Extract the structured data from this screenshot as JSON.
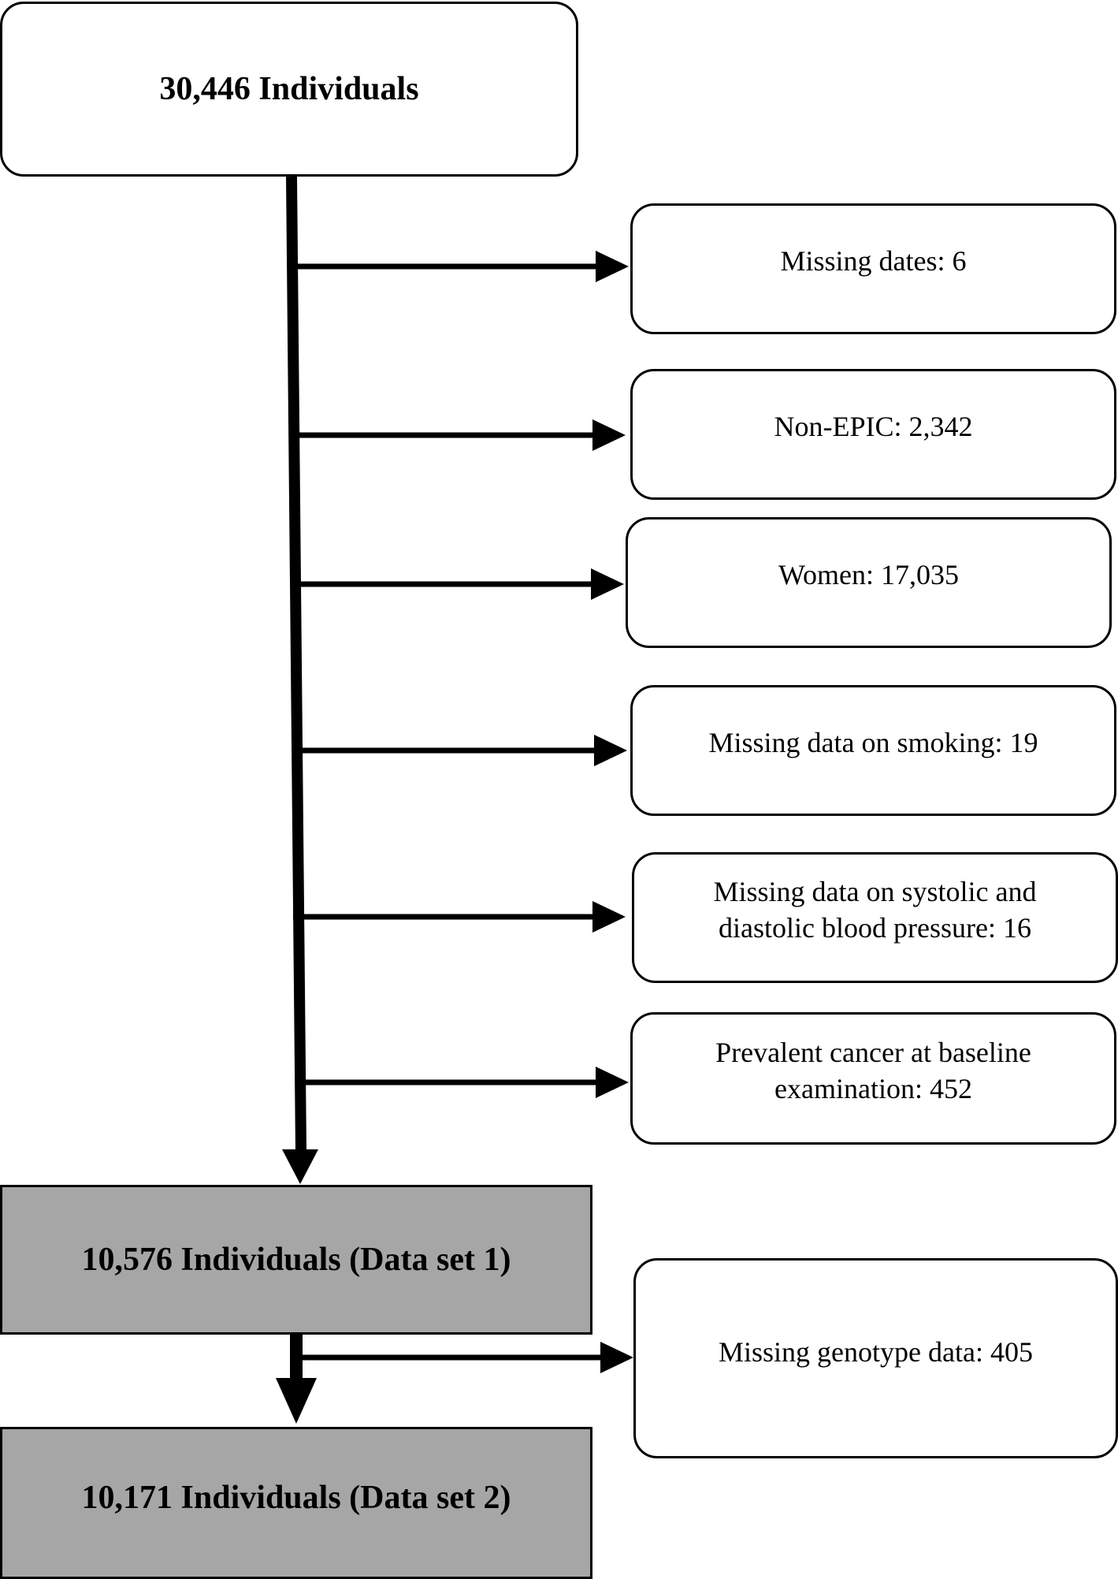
{
  "flowchart": {
    "start": {
      "label": "30,446 Individuals"
    },
    "exclusions": [
      {
        "lines": [
          "Missing dates: 6"
        ]
      },
      {
        "lines": [
          "Non-EPIC: 2,342"
        ]
      },
      {
        "lines": [
          "Women: 17,035"
        ]
      },
      {
        "lines": [
          "Missing data on smoking: 19"
        ]
      },
      {
        "lines": [
          "Missing data on systolic and",
          "diastolic blood pressure: 16"
        ]
      },
      {
        "lines": [
          "Prevalent cancer at baseline",
          "examination: 452"
        ]
      },
      {
        "lines": [
          "Missing genotype data: 405"
        ]
      }
    ],
    "dataset1": {
      "label": "10,576 Individuals (Data set 1)"
    },
    "dataset2": {
      "label": "10,171 Individuals (Data set 2)"
    }
  },
  "colors": {
    "line": "#000000",
    "result_fill": "#a6a6a6",
    "box_fill": "#ffffff"
  }
}
